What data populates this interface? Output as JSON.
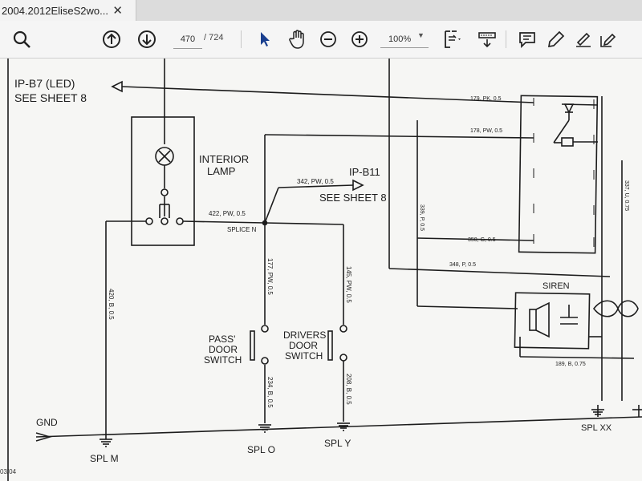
{
  "tab": {
    "title": "2004.2012EliseS2wo...",
    "close": "✕"
  },
  "toolbar": {
    "page_current": "470",
    "page_total": "/ 724",
    "zoom": "100%",
    "icons": [
      "search-icon",
      "page-up-icon",
      "page-down-icon",
      "select-cursor-icon",
      "hand-pan-icon",
      "zoom-out-icon",
      "zoom-in-icon",
      "fit-page-icon",
      "scroll-mode-icon",
      "comment-icon",
      "highlight-pen-icon",
      "sign-icon",
      "fill-sign-icon"
    ]
  },
  "diagram": {
    "ip_b7_line1": "IP-B7 (LED)",
    "ip_b7_line2": "SEE SHEET 8",
    "interior_lamp_1": "INTERIOR",
    "interior_lamp_2": "LAMP",
    "ip_b11": "IP-B11",
    "see_sheet_8": "SEE SHEET 8",
    "wire_342": "342, PW, 0.5",
    "wire_422": "422, PW, 0.5",
    "splice_n": "SPLICE N",
    "wire_420": "420, B, 0.5",
    "wire_177": "177, PW, 0.5",
    "wire_145": "145, PW, 0.5",
    "pass_switch_1": "PASS'",
    "pass_switch_2": "DOOR",
    "pass_switch_3": "SWITCH",
    "drivers_switch_1": "DRIVERS",
    "drivers_switch_2": "DOOR",
    "drivers_switch_3": "SWITCH",
    "wire_234": "234, B, 0.5",
    "wire_208": "208, B, 0.5",
    "gnd": "GND",
    "spl_m": "SPL M",
    "spl_o": "SPL O",
    "spl_y": "SPL Y",
    "spl_xx": "SPL XX",
    "wire_179": "179, PK, 0.5",
    "wire_178": "178, PW, 0.5",
    "wire_339": "339, P, 0.5",
    "wire_350": "350, G, 0.5",
    "wire_348": "348, P, 0.5",
    "wire_337": "337, U, 0.75",
    "siren": "SIREN",
    "wire_189": "189, B, 0.75",
    "footer": "03/04"
  },
  "colors": {
    "toolbar_bg": "#f5f5f5",
    "doc_bg": "#f6f6f4",
    "ink": "#1c1c1c"
  }
}
